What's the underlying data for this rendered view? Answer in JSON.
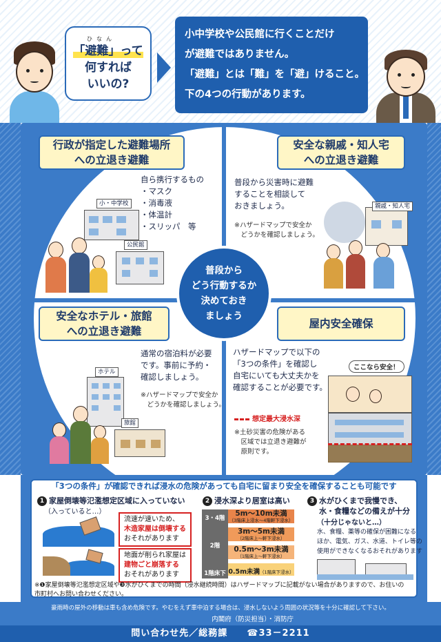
{
  "header": {
    "question_ruby": "ひなん",
    "question_lines": [
      "「避難」って",
      "何すれば",
      "いいの?"
    ],
    "answer_lines": [
      "小中学校や公民館に行くことだけ",
      "が避難ではありません。",
      "「避難」とは「難」を「避」けること。",
      "下の4つの行動があります。"
    ]
  },
  "center": {
    "lines": [
      "普段から",
      "どう行動するか",
      "決めておき",
      "ましょう"
    ]
  },
  "quadrants": {
    "shelter": {
      "title_lines": [
        "行政が指定した避難場所",
        "への立退き避難"
      ],
      "items": [
        "自ら携行するもの",
        "・マスク",
        "・消毒液",
        "・体温計",
        "・スリッパ　等"
      ],
      "building_labels": [
        "小・中学校",
        "公民館"
      ]
    },
    "relative": {
      "title_lines": [
        "安全な親戚・知人宅",
        "への立退き避難"
      ],
      "body": [
        "普段から災害時に避難",
        "することを相談して",
        "おきましょう。"
      ],
      "note": [
        "※ハザードマップで安全か",
        "　どうかを確認しましょう。"
      ],
      "building_label": "親戚・知人宅"
    },
    "hotel": {
      "title_lines": [
        "安全なホテル・旅館",
        "への立退き避難"
      ],
      "body": [
        "通常の宿泊料が必要",
        "です。事前に予約・",
        "確認しましょう。"
      ],
      "note": [
        "※ハザードマップで安全か",
        "　どうかを確認しましょう。"
      ],
      "building_labels": [
        "ホテル",
        "旅館"
      ]
    },
    "indoor": {
      "title": "屋内安全確保",
      "body": [
        "ハザードマップで以下の",
        "「3つの条件」を確認し",
        "自宅にいても大丈夫かを",
        "確認することが必要です。"
      ],
      "speech": "ここなら安全！",
      "legend": "想定最大浸水深",
      "note": [
        "※土砂災害の危険がある",
        "　区域では立退き避難が",
        "　原則です。"
      ]
    }
  },
  "conditions": {
    "header": "「3つの条件」が確認できれば浸水の危険があっても自宅に留まり安全を確保することも可能です",
    "c1": {
      "num": "1",
      "title": "家屋倒壊等氾濫想定区域に入っていない",
      "sub": "（入っていると…）",
      "box1": [
        "流速が速いため、",
        "木造家屋は倒壊する",
        "おそれがあります"
      ],
      "box2": [
        "地面が削られ家屋は",
        "建物ごと崩落する",
        "おそれがあります"
      ]
    },
    "c2": {
      "num": "2",
      "title": "浸水深より居室は高い",
      "floors": [
        "3・4階",
        "2階",
        "1階床下"
      ],
      "rows": [
        {
          "depth": "5m～10m未満",
          "sub": "（3階床上浸水～4階軒下浸水）"
        },
        {
          "depth": "3m～5m未満",
          "sub": "（2階床上～軒下浸水）"
        },
        {
          "depth": "0.5m～3m未満",
          "sub": "（1階床上～軒下浸水）"
        },
        {
          "depth": "0.5m未満",
          "sub": "（1階床下浸水）"
        }
      ]
    },
    "c3": {
      "num": "3",
      "title_lines": [
        "水がひくまで我慢でき、",
        "水・食糧などの備えが十分"
      ],
      "sub": "（十分じゃないと…）",
      "body": [
        "水、食糧、薬等の確保が困難になる",
        "ほか、電気、ガス、水道、トイレ等の",
        "使用ができなくなるおそれがあります"
      ]
    },
    "footnote": [
      "※❶家屋倒壊等氾濫想定区域や❸水がひくまでの時間（浸水継続時間）はハザードマップに記載がない場合がありますので、お住いの",
      "市町村へお問い合わせください。"
    ]
  },
  "footer": {
    "note": "豪雨時の屋外の移動は車も含め危険です。やむをえず車中泊する場合は、浸水しないよう周囲の状況等を十分に確認して下さい。",
    "org": "内閣府（防災担当）・消防庁",
    "contact_label": "問い合わせ先／総務課",
    "contact_phone": "☎33－2211"
  },
  "colors": {
    "primary": "#1f5fae",
    "panel": "#3b7bc8",
    "label_bg": "#fff6c6",
    "alert": "#d62020",
    "depth": "#f0a060"
  }
}
